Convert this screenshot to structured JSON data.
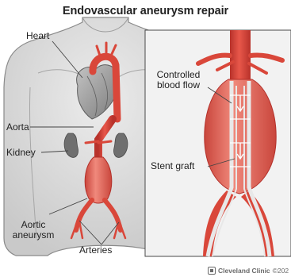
{
  "title": "Endovascular aneurysm repair",
  "labels": {
    "heart": "Heart",
    "aorta": "Aorta",
    "kidney": "Kidney",
    "aortic_aneurysm_line1": "Aortic",
    "aortic_aneurysm_line2": "aneurysm",
    "arteries": "Arteries",
    "controlled_flow_line1": "Controlled",
    "controlled_flow_line2": "blood flow",
    "stent_graft": "Stent graft"
  },
  "credit": {
    "brand": "Cleveland Clinic",
    "copyright": "©202"
  },
  "colors": {
    "artery": "#d9473a",
    "artery_dark": "#b3302a",
    "body_skin": "#dcdcdc",
    "body_outline": "#8a8a8a",
    "stent": "#e8e8e8",
    "text": "#222222"
  }
}
